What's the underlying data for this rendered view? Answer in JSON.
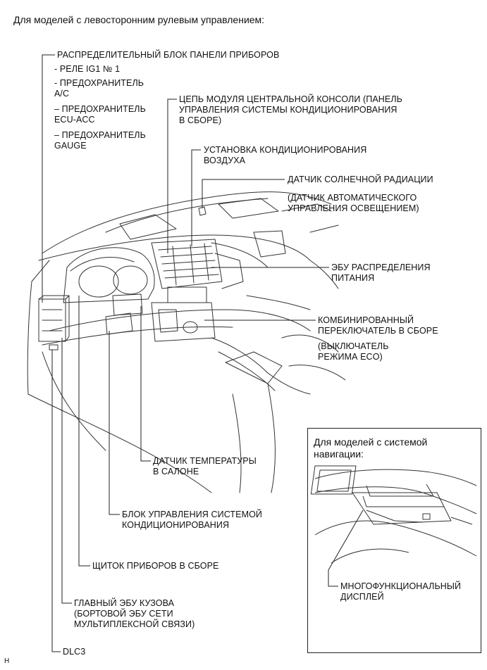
{
  "header": "Для моделей с левосторонним рулевым управлением:",
  "labels": {
    "instrument_panel_junction": "РАСПРЕДЕЛИТЕЛЬНЫЙ БЛОК ПАНЕЛИ ПРИБОРОВ",
    "ig1_relay": "- РЕЛЕ IG1 № 1",
    "fuse_ac_1": "- ПРЕДОХРАНИТЕЛЬ",
    "fuse_ac_2": "A/C",
    "fuse_ecu_1": "– ПРЕДОХРАНИТЕЛЬ",
    "fuse_ecu_2": "ECU-ACC",
    "fuse_gauge_1": "– ПРЕДОХРАНИТЕЛЬ",
    "fuse_gauge_2": "GAUGE",
    "console_module_1": "ЦЕПЬ МОДУЛЯ ЦЕНТРАЛЬНОЙ КОНСОЛИ (ПАНЕЛЬ",
    "console_module_2": "УПРАВЛЕНИЯ СИСТЕМЫ КОНДИЦИОНИРОВАНИЯ",
    "console_module_3": "В СБОРЕ)",
    "ac_unit_1": "УСТАНОВКА КОНДИЦИОНИРОВАНИЯ",
    "ac_unit_2": "ВОЗДУХА",
    "solar_sensor": "ДАТЧИК СОЛНЕЧНОЙ РАДИАЦИИ",
    "auto_light_1": "(ДАТЧИК АВТОМАТИЧЕСКОГО",
    "auto_light_2": "УПРАВЛЕНИЯ ОСВЕЩЕНИЕМ)",
    "power_ecu_1": "ЭБУ РАСПРЕДЕЛЕНИЯ",
    "power_ecu_2": "ПИТАНИЯ",
    "combo_switch_1": "КОМБИНИРОВАННЫЙ",
    "combo_switch_2": "ПЕРЕКЛЮЧАТЕЛЬ В СБОРЕ",
    "eco_switch_1": "(ВЫКЛЮЧАТЕЛЬ",
    "eco_switch_2": "РЕЖИМА ECO)",
    "cabin_temp_1": "ДАТЧИК ТЕМПЕРАТУРЫ",
    "cabin_temp_2": "В САЛОНЕ",
    "ac_control_1": "БЛОК УПРАВЛЕНИЯ СИСТЕМОЙ",
    "ac_control_2": "КОНДИЦИОНИРОВАНИЯ",
    "combination_meter": "ЩИТОК ПРИБОРОВ В СБОРЕ",
    "main_body_ecu_1": "ГЛАВНЫЙ ЭБУ КУЗОВА",
    "main_body_ecu_2": "(БОРТОВОЙ ЭБУ СЕТИ",
    "main_body_ecu_3": "МУЛЬТИПЛЕКСНОЙ СВЯЗИ)",
    "dlc3": "DLC3"
  },
  "inset": {
    "title": "Для моделей с системой\nнавигации:",
    "display_1": "МНОГОФУНКЦИОНАЛЬНЫЙ",
    "display_2": "ДИСПЛЕЙ"
  },
  "code": "H"
}
